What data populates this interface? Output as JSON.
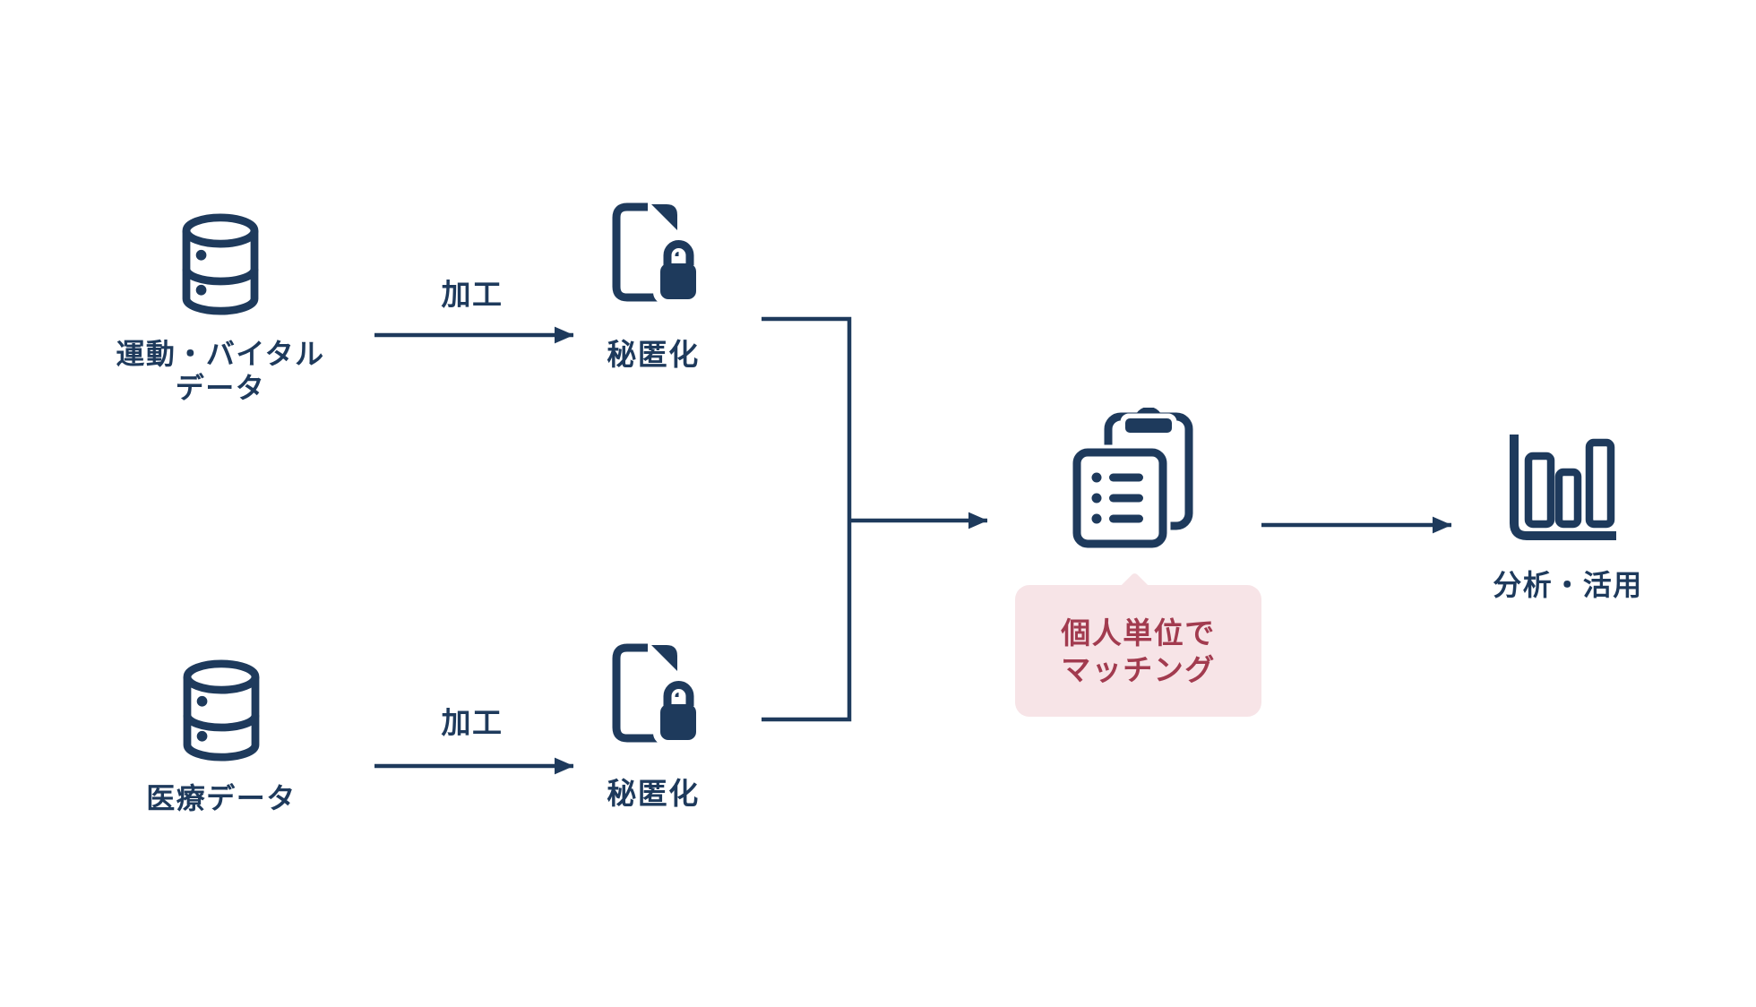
{
  "colors": {
    "primary": "#1e3a5c",
    "background": "#ffffff",
    "tooltip_bg": "#f7e4e7",
    "tooltip_text": "#a23b4f"
  },
  "nodes": {
    "source_top": {
      "icon": "database-icon",
      "label_line1": "運動・バイタル",
      "label_line2": "データ"
    },
    "source_bottom": {
      "icon": "database-icon",
      "label": "医療データ"
    },
    "anonymize_top": {
      "icon": "document-lock-icon",
      "label": "秘匿化"
    },
    "anonymize_bottom": {
      "icon": "document-lock-icon",
      "label": "秘匿化"
    },
    "matching": {
      "icon": "clipboard-list-icon",
      "tooltip_line1": "個人単位で",
      "tooltip_line2": "マッチング"
    },
    "analysis": {
      "icon": "bar-chart-icon",
      "label": "分析・活用"
    }
  },
  "edges": {
    "process_top_label": "加工",
    "process_bottom_label": "加工"
  }
}
